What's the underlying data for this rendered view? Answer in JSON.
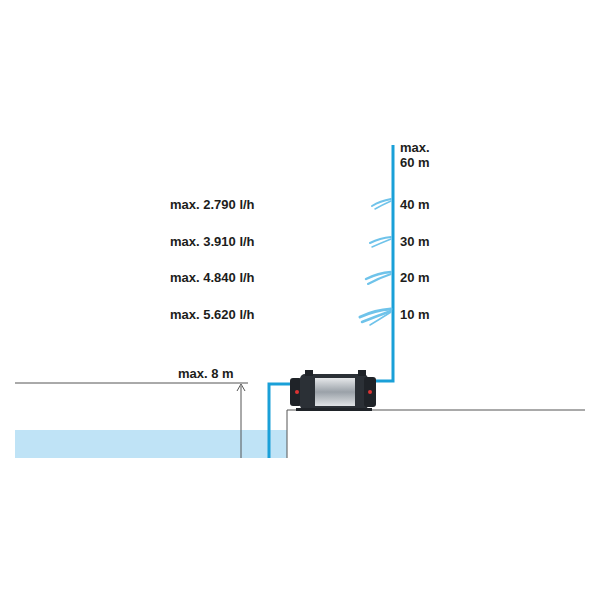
{
  "diagram": {
    "labels": [
      "max. 60 m",
      "40 m",
      "30 m",
      "20 m",
      "10 m",
      "max. 2.790 l/h",
      "max. 3.910 l/h",
      "max. 4.840 l/h",
      "max. 5.620 l/h",
      "max. 8 m"
    ]
  }
}
